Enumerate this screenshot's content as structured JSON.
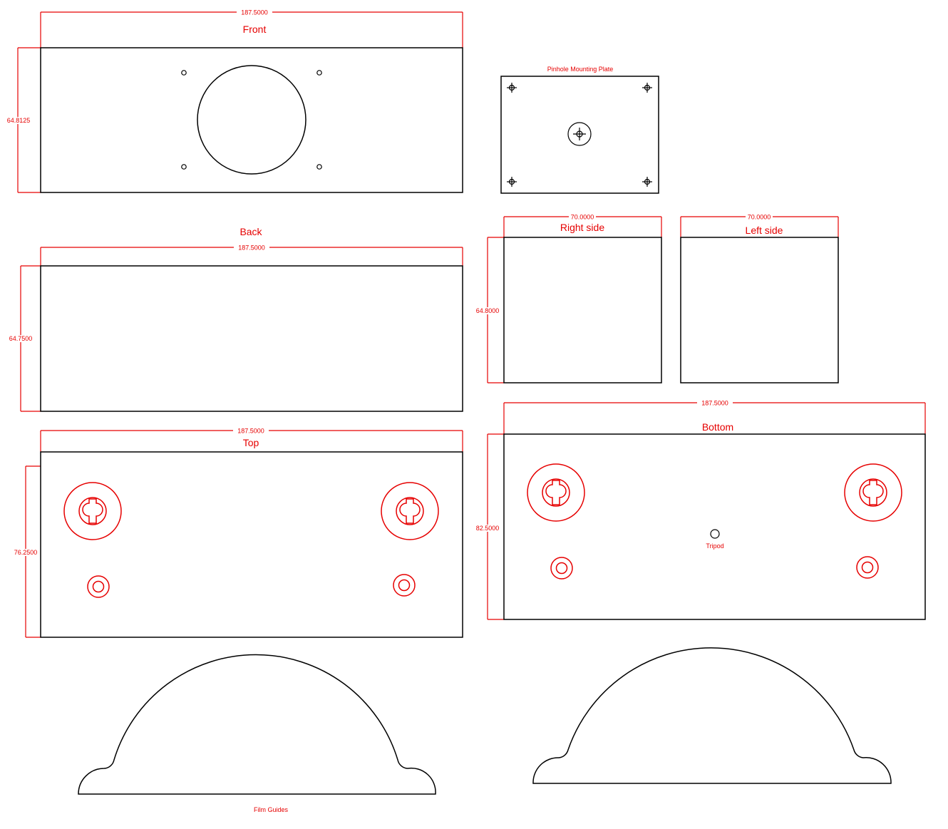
{
  "colors": {
    "outline": "#000000",
    "annotation": "#e60000",
    "background": "#ffffff"
  },
  "panels": {
    "front": {
      "title": "Front",
      "width_dim": "187.5000",
      "height_dim": "64.8125"
    },
    "pinhole_plate": {
      "title": "Pinhole Mounting Plate"
    },
    "back": {
      "title": "Back",
      "width_dim": "187.5000",
      "height_dim": "64.7500"
    },
    "right_side": {
      "title": "Right side",
      "width_dim": "70.0000",
      "height_dim": "64.8000"
    },
    "left_side": {
      "title": "Left side",
      "width_dim": "70.0000"
    },
    "top": {
      "title": "Top",
      "width_dim": "187.5000",
      "height_dim": "76.2500"
    },
    "bottom": {
      "title": "Bottom",
      "width_dim": "187.5000",
      "height_dim": "82.5000",
      "tripod_label": "Tripod"
    },
    "film_guides": {
      "title": "Film Guides"
    }
  }
}
